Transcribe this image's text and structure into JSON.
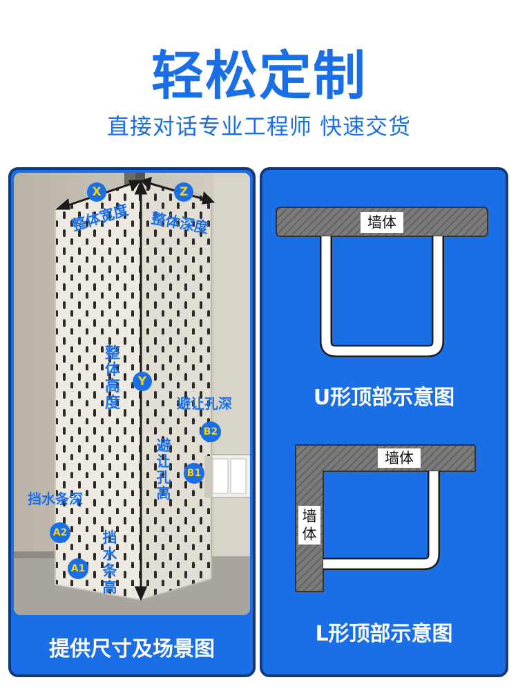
{
  "hero": {
    "title": "轻松定制",
    "subtitle": "直接对话专业工程师 快速交货"
  },
  "scene": {
    "caption": "提供尺寸及场景图",
    "markers": {
      "x": "X",
      "y": "Y",
      "z": "Z",
      "a1": "A1",
      "a2": "A2",
      "b1": "B1",
      "b2": "B2"
    },
    "labels": {
      "width": "整体宽度",
      "depth": "整体深度",
      "height": [
        "整",
        "体",
        "高",
        "度"
      ],
      "hole_depth": "避让孔深",
      "hole_height": [
        "避",
        "让",
        "孔",
        "高"
      ],
      "strip_depth": "挡水条深",
      "strip_height": [
        "挡",
        "水",
        "条",
        "高"
      ]
    }
  },
  "diagrams": {
    "u": {
      "wall_label": "墙体",
      "caption": "U形顶部示意图"
    },
    "l": {
      "wall_label_top": "墙体",
      "wall_label_side": [
        "墙",
        "体"
      ],
      "caption": "L形顶部示意图"
    }
  },
  "colors": {
    "brand_blue": "#1a6fe6",
    "panel_border": "#123a7a",
    "marker_yellow": "#f3d21c",
    "wall_gray": "#6e6e6e"
  }
}
